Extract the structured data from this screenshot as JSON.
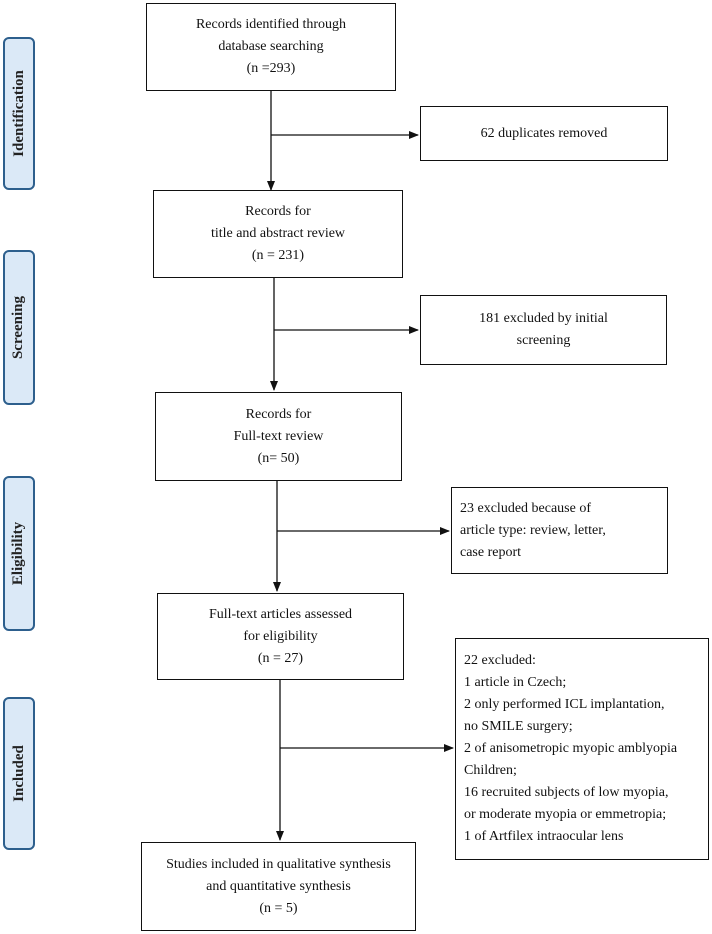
{
  "phases": [
    "Identification",
    "Screening",
    "Eligibility",
    "Included"
  ],
  "main_boxes": [
    [
      "Records identified through",
      "database searching",
      "(n =293)"
    ],
    [
      "Records for",
      "title and abstract review",
      "(n = 231)"
    ],
    [
      "Records for",
      "Full-text review",
      "(n= 50)"
    ],
    [
      "Full-text articles assessed",
      "for eligibility",
      "(n = 27)"
    ],
    [
      "Studies included in qualitative synthesis",
      "and quantitative synthesis",
      "(n = 5)"
    ]
  ],
  "side_boxes": [
    [
      "62 duplicates removed"
    ],
    [
      "181 excluded by initial",
      "screening"
    ],
    [
      "23 excluded because of",
      "article type: review, letter,",
      "case report"
    ],
    [
      "22 excluded:",
      "1 article in Czech;",
      "2 only performed ICL implantation,",
      "no SMILE surgery;",
      "2 of anisometropic myopic amblyopia",
      "Children;",
      "16 recruited subjects of low myopia,",
      "or moderate myopia or emmetropia;",
      "1 of Artfilex intraocular lens"
    ]
  ],
  "colors": {
    "phase_fill": "#dbe9f7",
    "phase_border": "#2d5f8d",
    "line": "#111111"
  }
}
